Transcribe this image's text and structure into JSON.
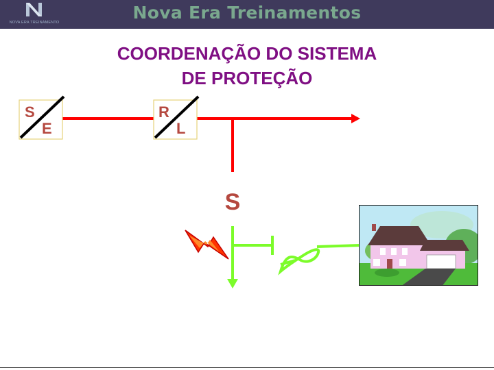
{
  "header": {
    "brand": "Nova Era Treinamentos",
    "logo_caption": "NOVA ERA TREINAMENTO"
  },
  "title": {
    "line1": "COORDENAÇÃO DO SISTEMA",
    "line2": "DE PROTEÇÃO"
  },
  "devices": {
    "se": {
      "top": "S",
      "bottom": "E"
    },
    "rl": {
      "top": "R",
      "bottom": "L"
    }
  },
  "consumer_label": "S",
  "colors": {
    "header_bg": "#3f3a5c",
    "header_text": "#7aa88e",
    "title": "#7f0f83",
    "line_red": "#ff0000",
    "line_green": "#7cfc2a",
    "device_letters": "#b5483f",
    "lightning": "#ff3300"
  }
}
